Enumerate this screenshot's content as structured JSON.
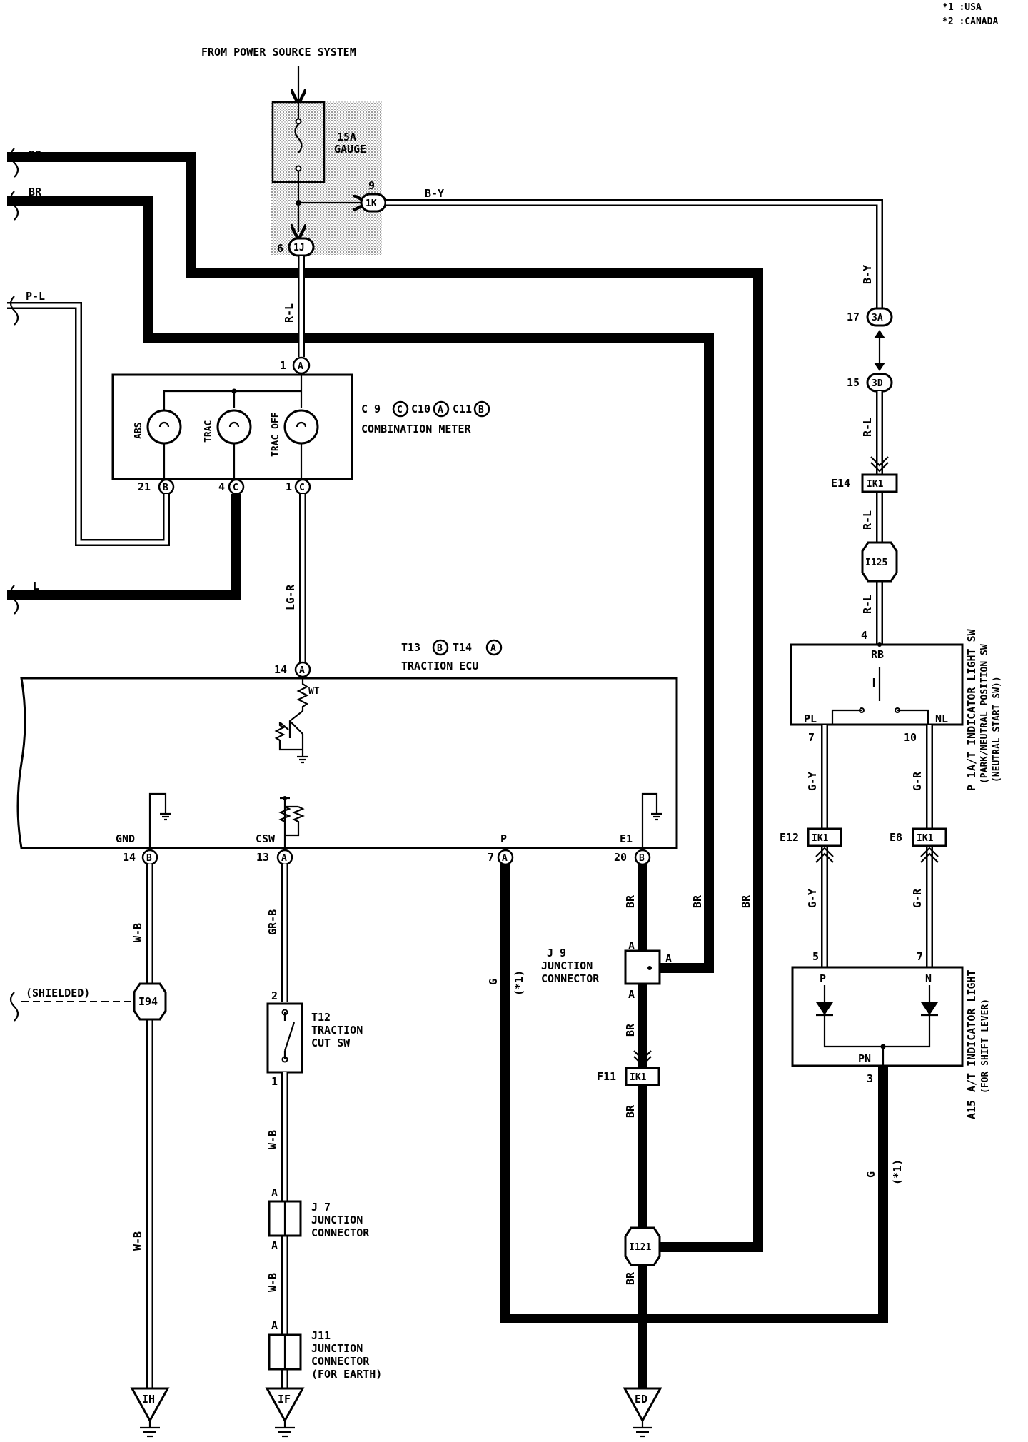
{
  "legend": {
    "line1": "*1 :USA",
    "line2": "*2 :CANADA"
  },
  "power": {
    "title": "FROM POWER SOURCE SYSTEM",
    "fuse_amp": "15A",
    "fuse_name": "GAUGE"
  },
  "wires": {
    "br": "BR",
    "p_l": "P-L",
    "l": "L",
    "b_y": "B-Y",
    "r_l": "R-L",
    "lg_r": "LG-R",
    "w_b": "W-B",
    "gr_b": "GR-B",
    "g": "G",
    "g_y": "G-Y",
    "g_r": "G-R",
    "shielded": "(SHIELDED)",
    "note1": "(*1)"
  },
  "connectors": {
    "c1j": "1J",
    "c1k": "1K",
    "c3a": "3A",
    "c3d": "3D",
    "ik1": "IK1",
    "i125": "I125",
    "i121": "I121",
    "i94": "I94",
    "pin6": "6",
    "pin9": "9",
    "pin17": "17",
    "pin15": "15",
    "pin4": "4",
    "pin7": "7",
    "pin10": "10",
    "pin5": "5",
    "pin3": "3",
    "e14": "E14",
    "e12": "E12",
    "e8": "E8",
    "f11": "F11"
  },
  "meter": {
    "name": "COMBINATION METER",
    "code": "C 9",
    "code2": "C10",
    "code3": "C11",
    "lamps": [
      "ABS",
      "TRAC",
      "TRAC OFF"
    ],
    "pin_top": "1",
    "pin_21": "21",
    "pin_4": "4",
    "pin_1": "1",
    "conn_a": "A",
    "conn_b": "B",
    "conn_c": "C"
  },
  "ecu": {
    "name": "TRACTION ECU",
    "code": "T13",
    "code2": "T14",
    "wt": "WT",
    "terms": [
      "GND",
      "CSW",
      "P",
      "E1"
    ],
    "pins": [
      "14",
      "13",
      "7",
      "20"
    ],
    "pin_top": "14"
  },
  "parts": {
    "t12_code": "T12",
    "t12_name1": "TRACTION",
    "t12_name2": "CUT SW",
    "t12_pin1": "1",
    "t12_pin2": "2",
    "j7_code": "J 7",
    "j7_name1": "JUNCTION",
    "j7_name2": "CONNECTOR",
    "j11_code": "J11",
    "j11_name1": "JUNCTION",
    "j11_name2": "CONNECTOR",
    "j11_name3": "(FOR EARTH)",
    "j9_code": "J 9",
    "j9_name1": "JUNCTION",
    "j9_name2": "CONNECTOR",
    "a": "A"
  },
  "switch_p1": {
    "code": "P 1",
    "name1": "A/T INDICATOR LIGHT SW",
    "name2": "(PARK/NEUTRAL POSITION SW",
    "name3": "(NEUTRAL START SW))",
    "rb": "RB",
    "pl": "PL",
    "nl": "NL"
  },
  "light_a15": {
    "code": "A15",
    "name1": "A/T INDICATOR LIGHT",
    "name2": "(FOR SHIFT LEVER)",
    "p": "P",
    "n": "N",
    "pn": "PN"
  },
  "grounds": [
    "IH",
    "IF",
    "ED"
  ]
}
